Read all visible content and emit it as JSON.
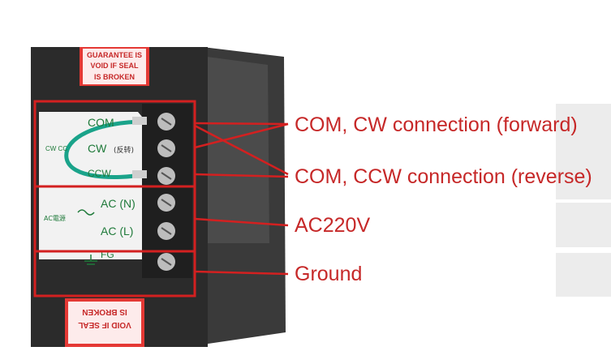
{
  "photo": {
    "seal_top_lines": [
      "GUARANTEE IS",
      "VOID IF SEAL",
      "IS BROKEN"
    ],
    "seal_bottom_lines": [
      "IS BROKEN",
      "VOID IF SEAL"
    ],
    "terminal_labels": {
      "com": "COM",
      "cw": "CW",
      "cw_cn": "(反转)",
      "ccw": "CCW",
      "acn": "AC (N)",
      "acl": "AC (L)",
      "fg": "FG",
      "side_cw": "CW CC",
      "side_ac": "AC電源"
    },
    "colors": {
      "box": "#2d2d2d",
      "red": "#d32020",
      "jumper": "#1aa38a",
      "panel": "#f2f2f2"
    }
  },
  "callouts": {
    "forward": "COM, CW connection (forward)",
    "reverse": "COM, CCW connection (reverse)",
    "power": "AC220V",
    "ground": "Ground"
  }
}
